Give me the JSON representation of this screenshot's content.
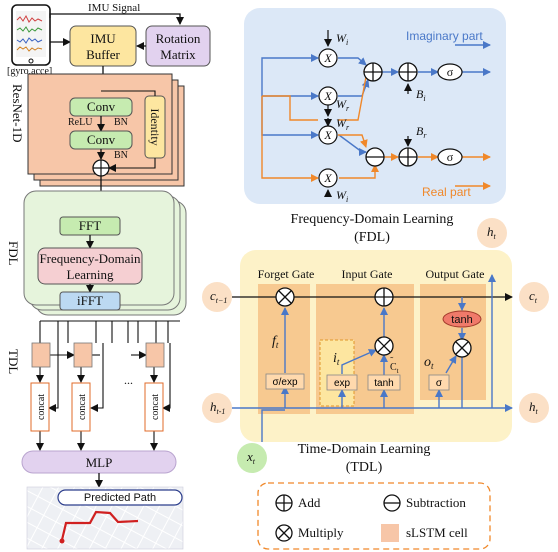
{
  "left": {
    "imu_signal": "IMU Signal",
    "device_label": "[gyro,acce]",
    "imu_buffer_line1": "IMU",
    "imu_buffer_line2": "Buffer",
    "rotation_line1": "Rotation",
    "rotation_line2": "Matrix",
    "resnet_label": "ResNet-1D",
    "conv1": "Conv",
    "conv2": "Conv",
    "relu": "ReLU",
    "bn1": "BN",
    "bn2": "BN",
    "identity": "Identity",
    "fdl_label": "FDL",
    "fft": "FFT",
    "fdl_box_line1": "Frequency-Domain",
    "fdl_box_line2": "Learning",
    "ifft": "iFFT",
    "tdl_label": "TDL",
    "concat": "concat",
    "dots": "...",
    "mlp": "MLP",
    "predicted_path": "Predicted Path"
  },
  "fdl": {
    "wi": "W",
    "wi_sub": "i",
    "wr": "W",
    "wr_sub": "r",
    "bi": "B",
    "bi_sub": "i",
    "br": "B",
    "br_sub": "r",
    "sigma": "σ",
    "imaginary_part": "Imaginary part",
    "real_part": "Real part",
    "caption_line1": "Frequency-Domain Learning",
    "caption_line2": "(FDL)"
  },
  "tdl": {
    "forget_gate": "Forget Gate",
    "input_gate": "Input Gate",
    "output_gate": "Output Gate",
    "f_t": "f",
    "i_t": "i",
    "o_t": "o",
    "t_sub": "t",
    "c_tilde": "C",
    "sigma_exp": "σ/exp",
    "exp": "exp",
    "tanh": "tanh",
    "sigma": "σ",
    "c_prev": "c",
    "c_prev_sub": "t−1",
    "c_t": "c",
    "h_prev": "h",
    "h_prev_sub": "t-1",
    "h_t": "h",
    "x_t": "x",
    "caption_line1": "Time-Domain Learning",
    "caption_line2": "(TDL)"
  },
  "legend": {
    "add": "Add",
    "subtraction": "Subtraction",
    "multiply": "Multiply",
    "slstm_cell": "sLSTM cell"
  },
  "colors": {
    "blue_arrow": "#4a78c8",
    "orange_arrow": "#f0882a",
    "fdl_bg": "#dce8f7",
    "tdl_bg": "#fdf2c8",
    "gate_bg": "#f7c990",
    "green_box": "#c6ebb0",
    "yellow_box": "#fde6a0",
    "pink_box": "#f5cfd2",
    "lavender_box": "#e2d2ef",
    "salmon_box": "#f7c6a8"
  }
}
